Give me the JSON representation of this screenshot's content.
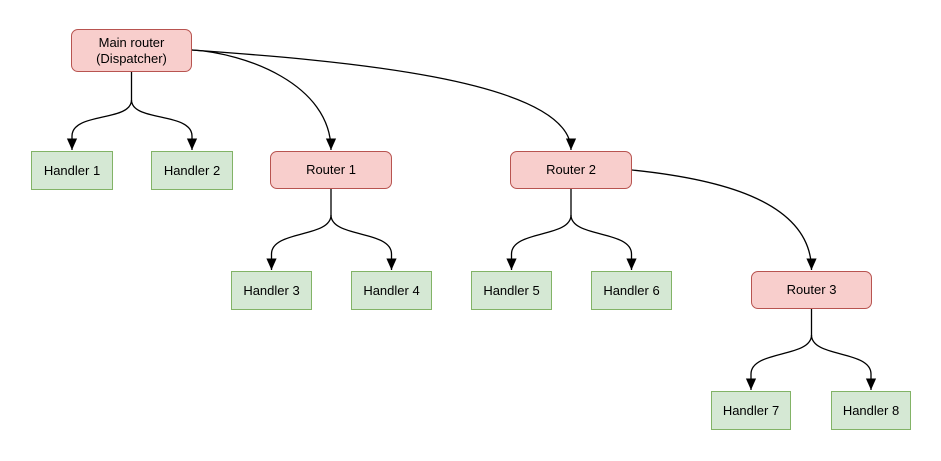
{
  "diagram": {
    "type": "flowchart",
    "nodes": {
      "main_router": {
        "label": "Main router\n(Dispatcher)",
        "kind": "router"
      },
      "router_1": {
        "label": "Router 1",
        "kind": "router"
      },
      "router_2": {
        "label": "Router 2",
        "kind": "router"
      },
      "router_3": {
        "label": "Router 3",
        "kind": "router"
      },
      "handler_1": {
        "label": "Handler 1",
        "kind": "handler"
      },
      "handler_2": {
        "label": "Handler 2",
        "kind": "handler"
      },
      "handler_3": {
        "label": "Handler 3",
        "kind": "handler"
      },
      "handler_4": {
        "label": "Handler 4",
        "kind": "handler"
      },
      "handler_5": {
        "label": "Handler 5",
        "kind": "handler"
      },
      "handler_6": {
        "label": "Handler 6",
        "kind": "handler"
      },
      "handler_7": {
        "label": "Handler 7",
        "kind": "handler"
      },
      "handler_8": {
        "label": "Handler 8",
        "kind": "handler"
      }
    },
    "edges": [
      {
        "from": "main_router",
        "to": "handler_1"
      },
      {
        "from": "main_router",
        "to": "handler_2"
      },
      {
        "from": "main_router",
        "to": "router_1"
      },
      {
        "from": "main_router",
        "to": "router_2"
      },
      {
        "from": "router_1",
        "to": "handler_3"
      },
      {
        "from": "router_1",
        "to": "handler_4"
      },
      {
        "from": "router_2",
        "to": "handler_5"
      },
      {
        "from": "router_2",
        "to": "handler_6"
      },
      {
        "from": "router_2",
        "to": "router_3"
      },
      {
        "from": "router_3",
        "to": "handler_7"
      },
      {
        "from": "router_3",
        "to": "handler_8"
      }
    ],
    "colors": {
      "canvas_bg": "#ffffff",
      "router_fill": "#f8cecc",
      "router_border": "#b85450",
      "handler_fill": "#d5e8d4",
      "handler_border": "#82b366",
      "edge_stroke": "#000000"
    }
  }
}
